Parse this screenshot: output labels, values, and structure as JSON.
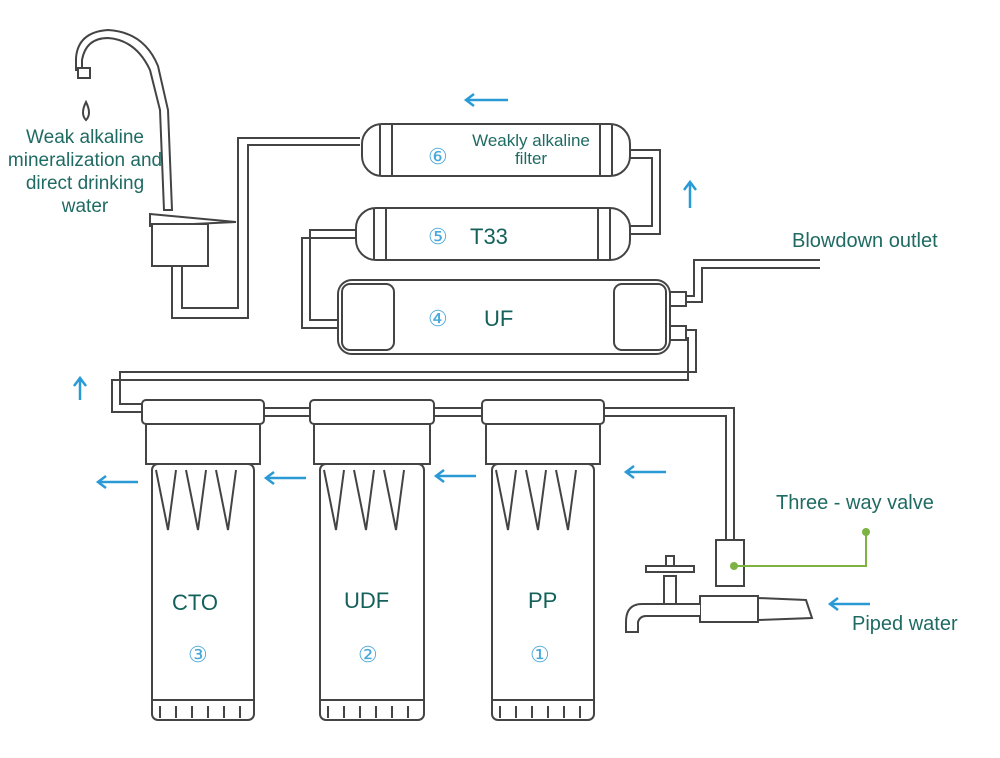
{
  "labels": {
    "drinking_water": "Weak alkaline mineralization and direct drinking water",
    "blowdown_outlet": "Blowdown outlet",
    "three_way_valve": "Three - way valve",
    "piped_water": "Piped water"
  },
  "filters": [
    {
      "number": "⑥",
      "name": "Weakly alkaline filter",
      "name_line1": "Weakly alkaline",
      "name_line2": "filter"
    },
    {
      "number": "⑤",
      "name": "T33"
    },
    {
      "number": "④",
      "name": "UF"
    },
    {
      "number": "③",
      "name": "CTO"
    },
    {
      "number": "②",
      "name": "UDF"
    },
    {
      "number": "①",
      "name": "PP"
    }
  ],
  "colors": {
    "arrow": "#2a9ad6",
    "line": "#444444",
    "label": "#1f6b63",
    "number": "#4aa9d8",
    "leader": "#7cb342"
  }
}
